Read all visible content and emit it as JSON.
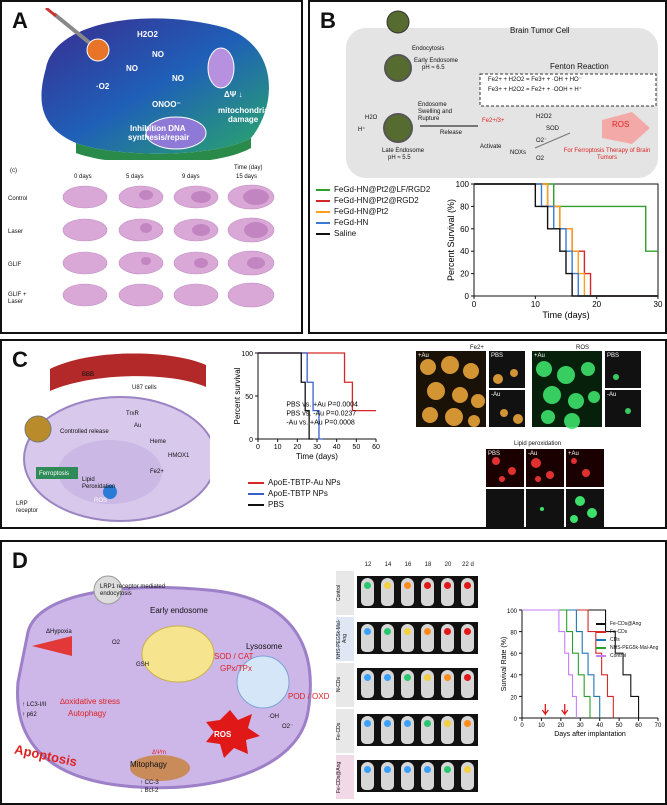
{
  "panels": {
    "a": {
      "label": "A",
      "cell_labels": [
        "H2O2",
        "NO",
        "NO",
        "NO",
        "·O2",
        "ONOO⁻",
        "ΔΨ ↓",
        "mitochondrial",
        "damage",
        "Inhibition DNA",
        "synthesis/repair"
      ],
      "histology": {
        "tag": "(c)",
        "columns": [
          "0 days",
          "5 days",
          "9 days",
          "15 days"
        ],
        "time_label": "Time (day)",
        "rows": [
          "Control",
          "Laser",
          "GLIF",
          "GLIF + Laser"
        ]
      }
    },
    "b": {
      "label": "B",
      "diagram_labels": {
        "cell": "Brain Tumor Cell",
        "endocytosis": "Endocytosis",
        "early_endosome": "Early Endosome",
        "early_ph": "pH ≈ 6.5",
        "h2o": "H2O",
        "hplus": "H⁺",
        "swelling": "Endosome Swelling and Rupture",
        "release": "Release",
        "late_endosome": "Late Endosome",
        "late_ph": "pH ≈ 5.5",
        "fenton": "Fenton Reaction",
        "eq1": "Fe2+ + H2O2 = Fe3+ + ·OH + HO⁻",
        "eq2": "Fe3+ + H2O2 = Fe2+ + ·OOH + H⁺",
        "fe": "Fe2+/3+",
        "h2o2": "H2O2",
        "sod": "SOD",
        "o2minus": "O2⁻",
        "o2": "O2",
        "nox": "NOXs",
        "activate": "Activate",
        "ros": "ROS",
        "ros_note": "For Ferroptosis Therapy of Brain Tumors"
      }
    },
    "c": {
      "label": "C",
      "diagram_labels": [
        "BBB",
        "U87 cells",
        "Controlled release",
        "TrxR",
        "Au",
        "Heme",
        "HMOX1",
        "Fe2+",
        "Ferroptosis",
        "Lipid Peroxidation",
        "ROS",
        "LRP receptor"
      ],
      "fluor_labels": {
        "fe_title": "Fe2+",
        "ros_title": "ROS",
        "lipid_title": "Lipid peroxidation",
        "plus_au": "+Au",
        "pbs": "PBS",
        "minus_au": "-Au"
      }
    },
    "d": {
      "label": "D",
      "diagram_labels": [
        "LRP1 receptor mediated endocytosis",
        "Early endosome",
        "ΔHypoxia",
        "O2",
        "GSH",
        "SOD / CAT",
        "GPx/TPx",
        "Lysosome",
        "POD / OXD",
        "∆oxidative stress",
        "Autophagy",
        "↑ LC3-I/II",
        "↑ p62",
        "ΔΨm",
        "Mitophagy",
        "ROS",
        "·OH",
        "O2⁻",
        "↑ CC-3",
        "↓ Bcl-2",
        "Apoptosis"
      ],
      "imaging": {
        "days": [
          "12",
          "14",
          "16",
          "18",
          "20",
          "22 d"
        ],
        "rows": [
          "Control",
          "NHS-PEG5k-Mal-Ang",
          "N-CDs",
          "Fe-CDs",
          "Fe-CDs@Ang"
        ]
      }
    }
  },
  "chart_data": [
    {
      "type": "line",
      "step": true,
      "ylabel": "Percent Survival (%)",
      "xlabel": "Time (days)",
      "xlim": [
        0,
        30
      ],
      "ylim": [
        0,
        100
      ],
      "xticks": [
        0,
        10,
        20,
        30
      ],
      "yticks": [
        0,
        20,
        40,
        60,
        80,
        100
      ],
      "legend_position": "left",
      "series": [
        {
          "name": "FeGd-HN@Pt2@LF/RGD2",
          "color": "#2ca02c",
          "x": [
            0,
            13,
            18,
            28,
            30
          ],
          "y": [
            100,
            80,
            80,
            40,
            40
          ]
        },
        {
          "name": "FeGd-HN@Pt2@RGD2",
          "color": "#d62728",
          "x": [
            0,
            12,
            14,
            16,
            18,
            19,
            30
          ],
          "y": [
            100,
            80,
            60,
            40,
            20,
            0,
            0
          ]
        },
        {
          "name": "FeGd-HN@Pt2",
          "color": "#ff9f1c",
          "x": [
            0,
            12,
            14,
            16,
            17,
            18,
            30
          ],
          "y": [
            100,
            80,
            60,
            40,
            20,
            0,
            0
          ]
        },
        {
          "name": "FeGd-HN",
          "color": "#3a7bd5",
          "x": [
            0,
            11,
            13,
            15,
            16,
            17,
            30
          ],
          "y": [
            100,
            80,
            60,
            40,
            20,
            0,
            0
          ]
        },
        {
          "name": "Saline",
          "color": "#111111",
          "x": [
            0,
            10,
            12,
            14,
            15,
            16,
            30
          ],
          "y": [
            100,
            80,
            60,
            40,
            20,
            0,
            0
          ]
        }
      ]
    },
    {
      "type": "line",
      "step": true,
      "ylabel": "Percent survival",
      "xlabel": "Time (days)",
      "xlim": [
        0,
        60
      ],
      "ylim": [
        0,
        100
      ],
      "xticks": [
        0,
        10,
        20,
        30,
        40,
        50,
        60
      ],
      "yticks": [
        0,
        50,
        100
      ],
      "annotations": [
        "PBS vs. +Au P=0.0004",
        "PBS vs. -Au P=0.0237",
        "-Au vs. +Au P=0.0008"
      ],
      "legend_position": "bottom",
      "series": [
        {
          "name": "ApoE-TBTP-Au NPs",
          "color": "#d62728",
          "x": [
            0,
            40,
            44,
            48,
            60
          ],
          "y": [
            100,
            100,
            66,
            33,
            33
          ]
        },
        {
          "name": "ApoE-TBTP NPs",
          "color": "#3a5fcd",
          "x": [
            0,
            25,
            28,
            31,
            33
          ],
          "y": [
            100,
            66,
            33,
            0,
            0
          ]
        },
        {
          "name": "PBS",
          "color": "#111111",
          "x": [
            0,
            22,
            24,
            26,
            28
          ],
          "y": [
            100,
            66,
            33,
            0,
            0
          ]
        }
      ]
    },
    {
      "type": "line",
      "step": true,
      "ylabel": "Survival Rate (%)",
      "xlabel": "Days after implantation",
      "xlim": [
        0,
        70
      ],
      "ylim": [
        0,
        100
      ],
      "xticks": [
        0,
        10,
        20,
        30,
        40,
        50,
        60,
        70
      ],
      "yticks": [
        0,
        20,
        40,
        60,
        80,
        100
      ],
      "legend_position": "top-right",
      "markers": [
        12,
        22
      ],
      "series": [
        {
          "name": "Fe-CDs@Ang",
          "color": "#111111",
          "x": [
            0,
            38,
            43,
            48,
            52,
            56,
            60
          ],
          "y": [
            100,
            100,
            80,
            60,
            40,
            20,
            0
          ]
        },
        {
          "name": "Fe-CDs",
          "color": "#d62728",
          "x": [
            0,
            30,
            34,
            38,
            41,
            44,
            47
          ],
          "y": [
            100,
            100,
            80,
            60,
            40,
            20,
            0
          ]
        },
        {
          "name": "CDs",
          "color": "#1f77b4",
          "x": [
            0,
            25,
            28,
            31,
            34,
            37,
            40
          ],
          "y": [
            100,
            100,
            80,
            60,
            40,
            20,
            0
          ]
        },
        {
          "name": "NHS-PEG5k-Mal-Ang",
          "color": "#2ca02c",
          "x": [
            0,
            20,
            23,
            26,
            29,
            32,
            35
          ],
          "y": [
            100,
            100,
            80,
            60,
            40,
            20,
            0
          ]
        },
        {
          "name": "Control",
          "color": "#c77dff",
          "x": [
            0,
            16,
            19,
            22,
            24,
            26,
            28
          ],
          "y": [
            100,
            100,
            80,
            60,
            40,
            20,
            0
          ]
        }
      ]
    }
  ]
}
